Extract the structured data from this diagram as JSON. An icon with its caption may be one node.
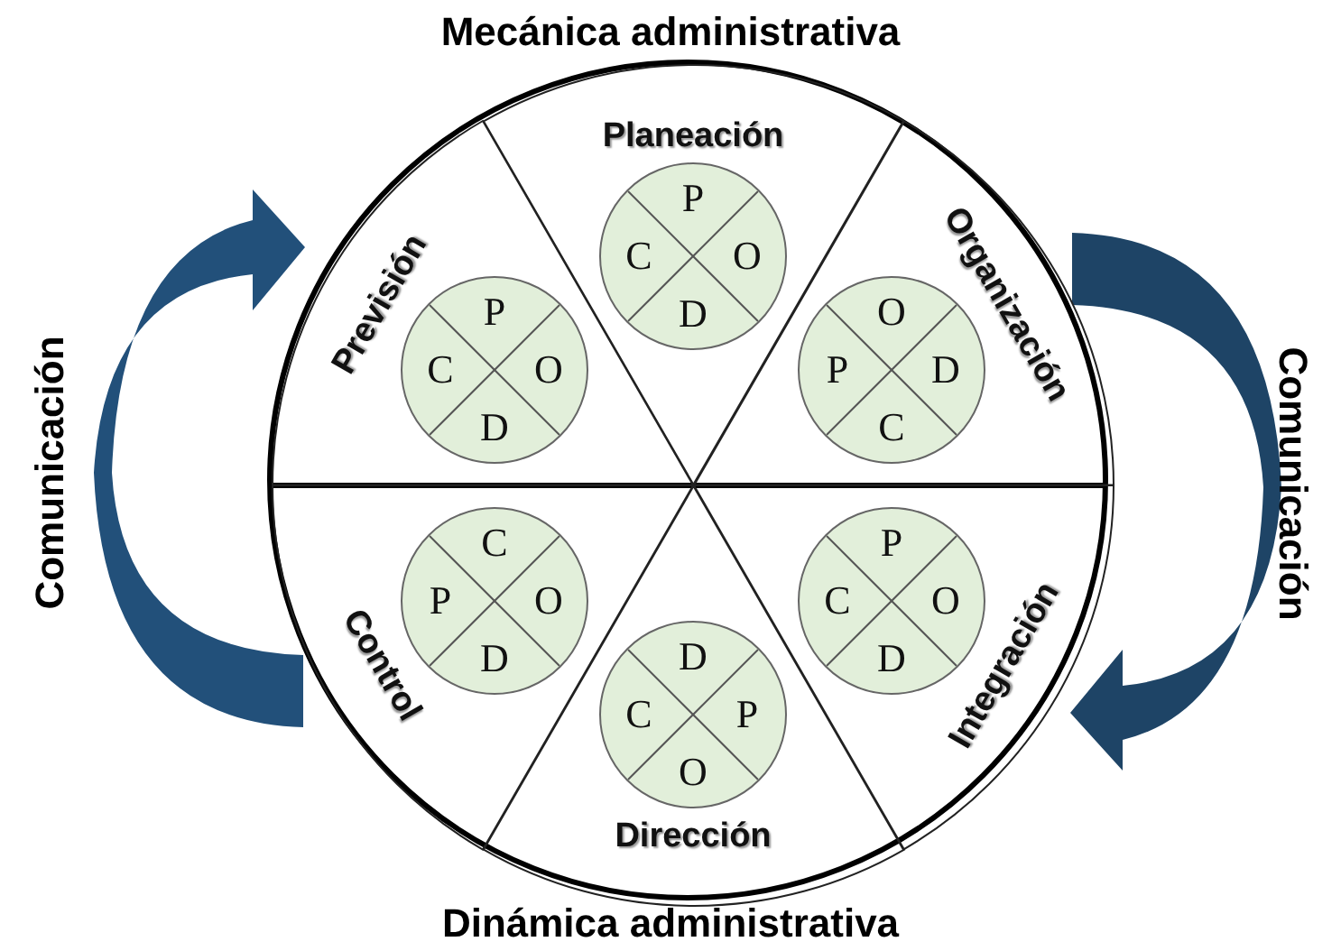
{
  "diagram": {
    "nodes": [
      {
        "text": [],
        "shape": "circle"
      },
      {
        "text": [
          "Planeación"
        ],
        "in": 0
      },
      {
        "text": [
          "P",
          "C",
          "O",
          "D"
        ],
        "in": 1
      },
      {
        "text": [
          "Previsión"
        ],
        "in": 0
      },
      {
        "text": [
          "P",
          "C",
          "O",
          "D"
        ],
        "in": 3
      },
      {
        "text": [
          "Organización"
        ],
        "in": 0
      },
      {
        "text": [
          "O",
          "P",
          "D",
          "C"
        ],
        "in": 5
      },
      {
        "text": [
          "Control"
        ],
        "in": 0
      },
      {
        "text": [
          "C",
          "P",
          "O",
          "D"
        ],
        "in": 7
      },
      {
        "text": [
          "Integración"
        ],
        "in": 0
      },
      {
        "text": [
          "P",
          "C",
          "O",
          "D"
        ],
        "in": 9
      },
      {
        "text": [
          "Dirección"
        ],
        "in": 0
      },
      {
        "text": [
          "D",
          "C",
          "P",
          "O"
        ],
        "in": 11
      }
    ],
    "labels": [
      "Mecánica administrativa",
      "Comunicación",
      "Comunicación",
      "Dinámica administrativa"
    ]
  }
}
